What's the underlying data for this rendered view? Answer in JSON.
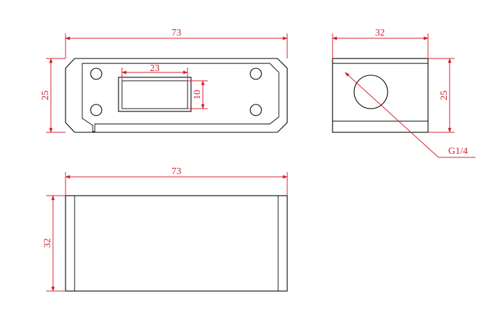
{
  "colors": {
    "outline": "#000000",
    "dimension": "#d4202a",
    "background": "#ffffff"
  },
  "dimensions": {
    "front_width": "73",
    "front_height": "25",
    "slot_width": "23",
    "slot_height": "10",
    "side_width": "32",
    "side_height": "25",
    "thread_callout": "G1/4",
    "bottom_width": "73",
    "bottom_height": "32"
  }
}
